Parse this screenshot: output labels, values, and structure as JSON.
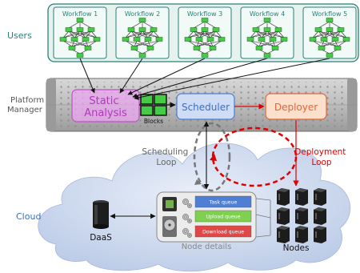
{
  "labels": {
    "users": "Users",
    "platform_manager": [
      "Platform",
      "Manager"
    ],
    "cloud": "Cloud",
    "static_analysis": [
      "Static",
      "Analysis"
    ],
    "blocks": "Blocks",
    "scheduler": "Scheduler",
    "deployer": "Deployer",
    "scheduling_loop": [
      "Scheduling",
      "Loop"
    ],
    "deployment_loop": [
      "Deployment",
      "Loop"
    ],
    "daas": "DaaS",
    "nodes": "Nodes",
    "node_details": "Node details"
  },
  "workflows": [
    "Workflow 1",
    "Workflow 2",
    "Workflow 3",
    "Workflow 4",
    "Workflow 5"
  ],
  "queues": [
    "Task queue",
    "Upload queue",
    "Download queue"
  ],
  "colors": {
    "users_teal": "#2a7f78",
    "cloud_blue": "#2e6fd0",
    "platform_gray": "#555555",
    "static_analysis": "#c050c8",
    "scheduler": "#4a7fd0",
    "deployer": "#e0663a",
    "deployment_red": "#e00000",
    "task_queue": "#4f7fd4",
    "upload_queue": "#7fd050",
    "download_queue": "#e04848",
    "block_green": "#44cc44"
  }
}
